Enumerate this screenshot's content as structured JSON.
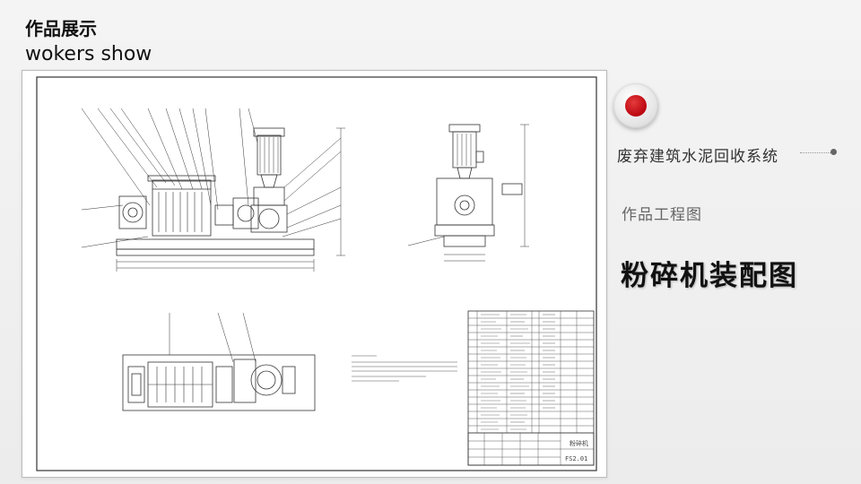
{
  "header": {
    "title": "作品展示",
    "subtitle": "wokers show"
  },
  "panel": {
    "project_title": "废弃建筑水泥回收系统",
    "category": "作品工程图",
    "main_title": "粉碎机装配图"
  },
  "drawing": {
    "title_block_name": "粉碎机",
    "title_block_code": "FS2.01"
  },
  "colors": {
    "accent": "#c0000a",
    "line": "#333333"
  }
}
